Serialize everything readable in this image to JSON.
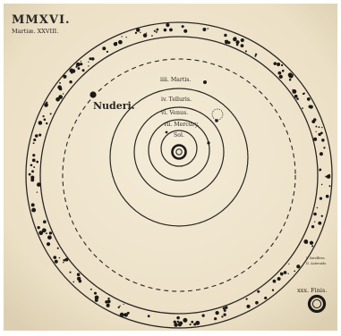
{
  "plate": {
    "title": "MMXVI.",
    "subtitle": "Martiæ. XXVIII.",
    "body_label": "Nuderi.",
    "legend": [
      "I. Satellites",
      "II. Asteroids"
    ],
    "inset_label": "xxx. Finis.",
    "sun_label": "Sol."
  },
  "orbits": [
    {
      "key": "mercury",
      "label": "vii. Mercury."
    },
    {
      "key": "venus",
      "label": "vi. Venus."
    },
    {
      "key": "earth",
      "label": "iv. Telluris."
    },
    {
      "key": "mars",
      "label": "iiii. Martis."
    }
  ],
  "colors": {
    "paper": "#efe5cf",
    "ink": "#2a2622",
    "frame": "#ffffff"
  }
}
